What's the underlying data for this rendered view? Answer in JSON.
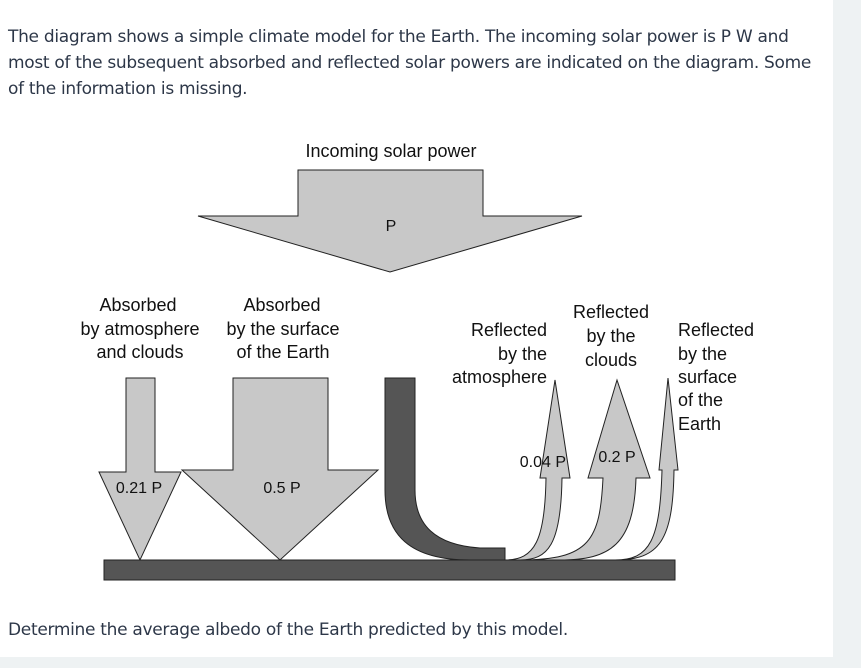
{
  "question_intro": "The diagram shows a simple climate model for the Earth. The incoming solar power is P W and most of the subsequent absorbed and reflected solar powers are indicated on the diagram. Some of the information is missing.",
  "diagram": {
    "title": "Incoming solar power",
    "incoming_symbol": "P",
    "absorbed_atmosphere": {
      "lines": [
        "Absorbed",
        "by atmosphere",
        "and clouds"
      ],
      "value": "0.21 P"
    },
    "absorbed_surface": {
      "lines": [
        "Absorbed",
        "by the surface",
        "of the Earth"
      ],
      "value": "0.5 P"
    },
    "reflected_atmosphere": {
      "lines": [
        "Reflected",
        "by the",
        "atmosphere"
      ],
      "value": "0.04 P"
    },
    "reflected_clouds": {
      "lines": [
        "Reflected",
        "by the",
        "clouds"
      ],
      "value": "0.2 P"
    },
    "reflected_surface": {
      "lines": [
        "Reflected",
        "by the",
        "surface",
        "of the",
        "Earth"
      ]
    }
  },
  "question_prompt": "Determine the average albedo of the Earth predicted by this model.",
  "colors": {
    "arrow_fill": "#c8c8c8",
    "dark_band": "#555555",
    "ground": "#555555",
    "outline": "#222222"
  }
}
